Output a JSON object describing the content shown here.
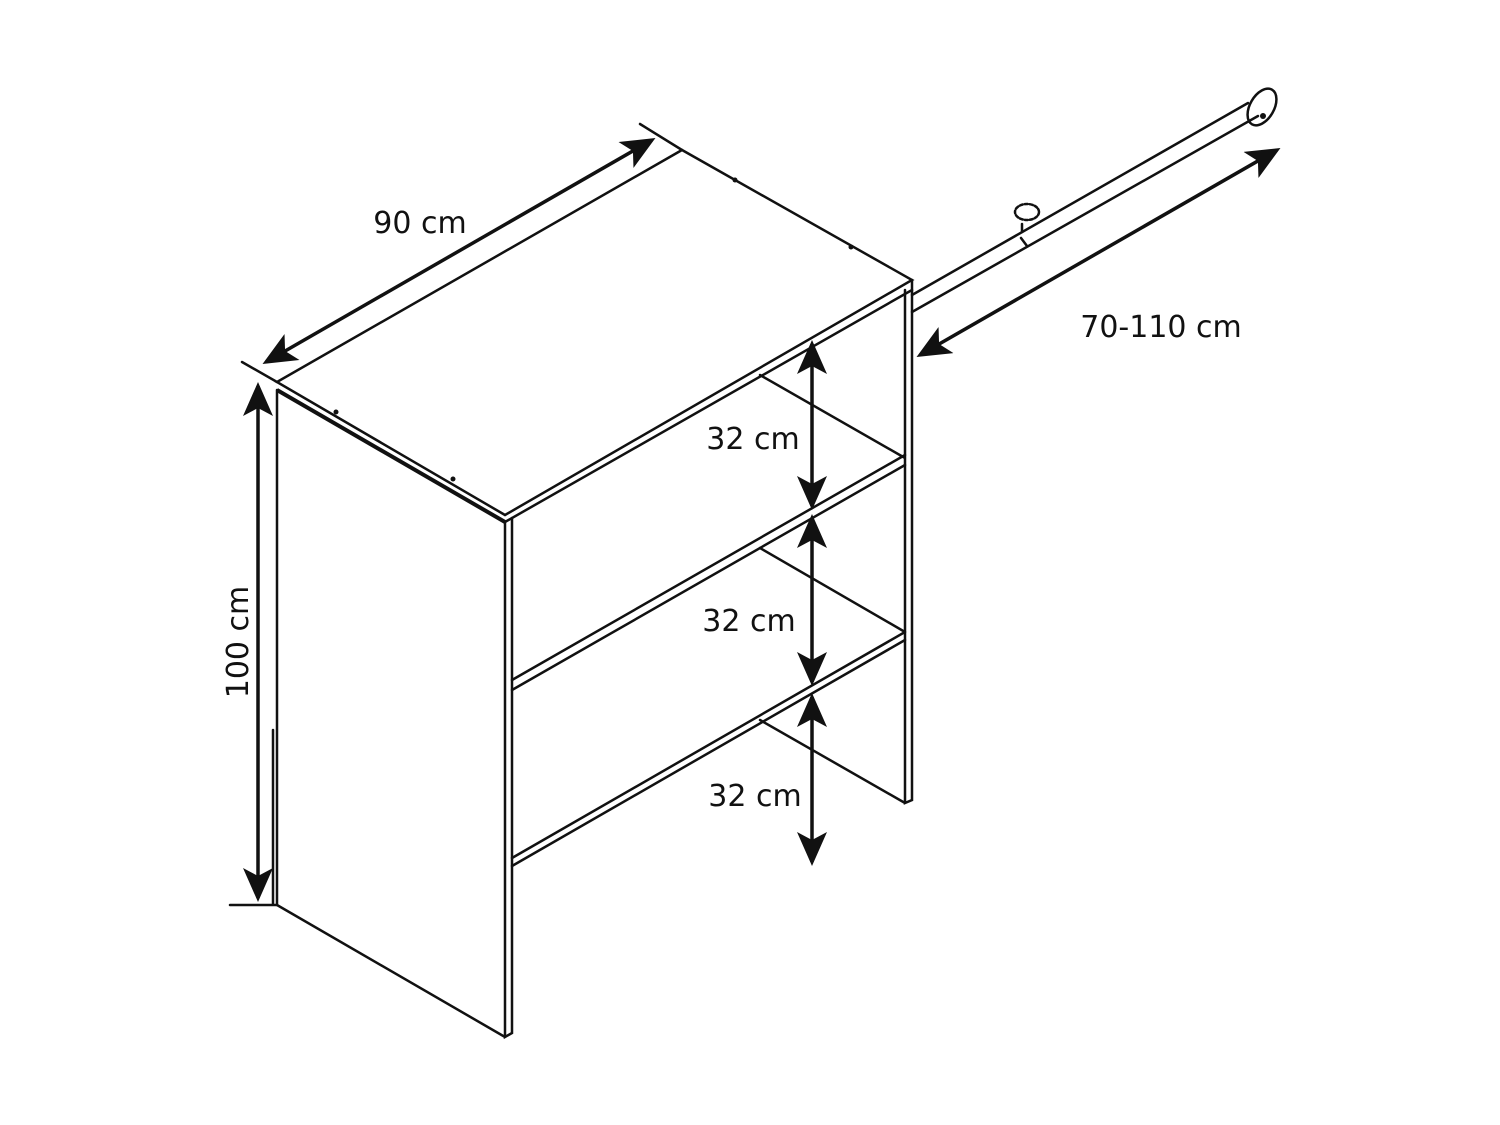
{
  "diagram": {
    "dimensions": {
      "width": "90 cm",
      "height": "100 cm",
      "shelf_top": "32 cm",
      "shelf_middle": "32 cm",
      "shelf_bottom": "32 cm",
      "rod_length": "70-110 cm"
    },
    "line_color": "#111111",
    "background": "#ffffff"
  }
}
